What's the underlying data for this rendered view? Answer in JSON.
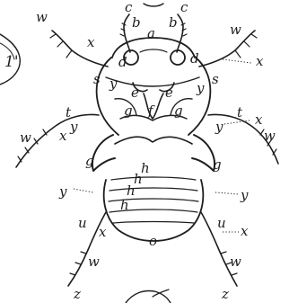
{
  "figure": {
    "labels": {
      "a": "a",
      "b_left": "b",
      "b_right": "b",
      "c_left": "c",
      "c_right": "c",
      "d_left": "d",
      "d_right": "d",
      "e_left": "e",
      "e_right": "e",
      "f": "f",
      "g_left_upper": "g",
      "g_right_upper": "g",
      "g_left_lower": "g",
      "g_right_lower": "g",
      "h1": "h",
      "h2": "h",
      "h3": "h",
      "h4": "h",
      "o": "o",
      "s_left": "s",
      "s_right": "s",
      "t_left": "t",
      "t_right": "t",
      "u_left": "u",
      "u_right": "u",
      "w_tl": "w",
      "w_tr": "w",
      "w_ml": "w",
      "w_mr": "w",
      "w_bl": "w",
      "w_br": "w",
      "x_tr": "x",
      "x_tl": "x",
      "x_ml": "x",
      "x_mr": "x",
      "x_bl": "x",
      "x_br": "x",
      "y_l1": "y",
      "y_r1": "y",
      "y_l2": "y",
      "y_r2": "y",
      "y_l3": "y",
      "y_r3": "y",
      "z_left": "z",
      "z_right": "z",
      "margin_label": "1'"
    }
  }
}
